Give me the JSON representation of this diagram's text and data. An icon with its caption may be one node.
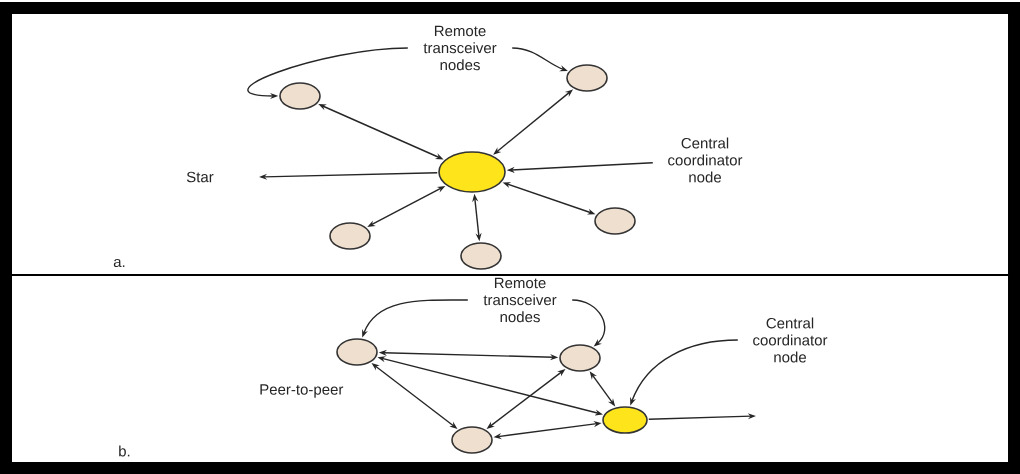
{
  "diagram": {
    "nodes": [
      {
        "text": [
          "Remote transceiver nodes"
        ]
      },
      {
        "text": [],
        "shape": "circle"
      },
      {
        "text": [],
        "shape": "circle"
      },
      {
        "text": [
          "Central coordinator node"
        ]
      },
      {
        "text": [],
        "shape": "circle"
      },
      {
        "text": [],
        "shape": "circle"
      },
      {
        "text": [],
        "shape": "circle"
      },
      {
        "text": [],
        "shape": "circle"
      },
      {
        "text": [
          "Remote transceiver nodes"
        ]
      },
      {
        "text": [],
        "shape": "circle"
      },
      {
        "text": [],
        "shape": "circle"
      },
      {
        "text": [
          "Central coordinator node"
        ]
      },
      {
        "text": [],
        "shape": "circle"
      },
      {
        "text": [],
        "shape": "circle"
      }
    ],
    "edges": [
      {
        "from": 0,
        "to": 1,
        "arrow": "to"
      },
      {
        "from": 0,
        "to": 2,
        "arrow": "to"
      },
      {
        "from": 1,
        "to": 4,
        "arrow": "both"
      },
      {
        "from": 2,
        "to": 4,
        "arrow": "both"
      },
      {
        "from": 4,
        "to": null,
        "arrow": "to"
      },
      {
        "from": 3,
        "to": 4,
        "arrow": "to"
      },
      {
        "from": 5,
        "to": 4,
        "arrow": "both"
      },
      {
        "from": 6,
        "to": 4,
        "arrow": "both"
      },
      {
        "from": 7,
        "to": 4,
        "arrow": "both"
      },
      {
        "from": 8,
        "to": 9,
        "arrow": "to"
      },
      {
        "from": 8,
        "to": 10,
        "arrow": "to"
      },
      {
        "from": 9,
        "to": 10,
        "arrow": "both"
      },
      {
        "from": 9,
        "to": 13,
        "arrow": "both"
      },
      {
        "from": 9,
        "to": 12,
        "arrow": "both"
      },
      {
        "from": 10,
        "to": 12,
        "arrow": "both"
      },
      {
        "from": 10,
        "to": 13,
        "arrow": "both"
      },
      {
        "from": 12,
        "to": 13,
        "arrow": "both"
      },
      {
        "from": 13,
        "to": null,
        "arrow": "to"
      },
      {
        "from": 11,
        "to": 13,
        "arrow": "to"
      }
    ],
    "labels": [
      "Star",
      "a.",
      "Peer-to-peer",
      "b."
    ]
  }
}
